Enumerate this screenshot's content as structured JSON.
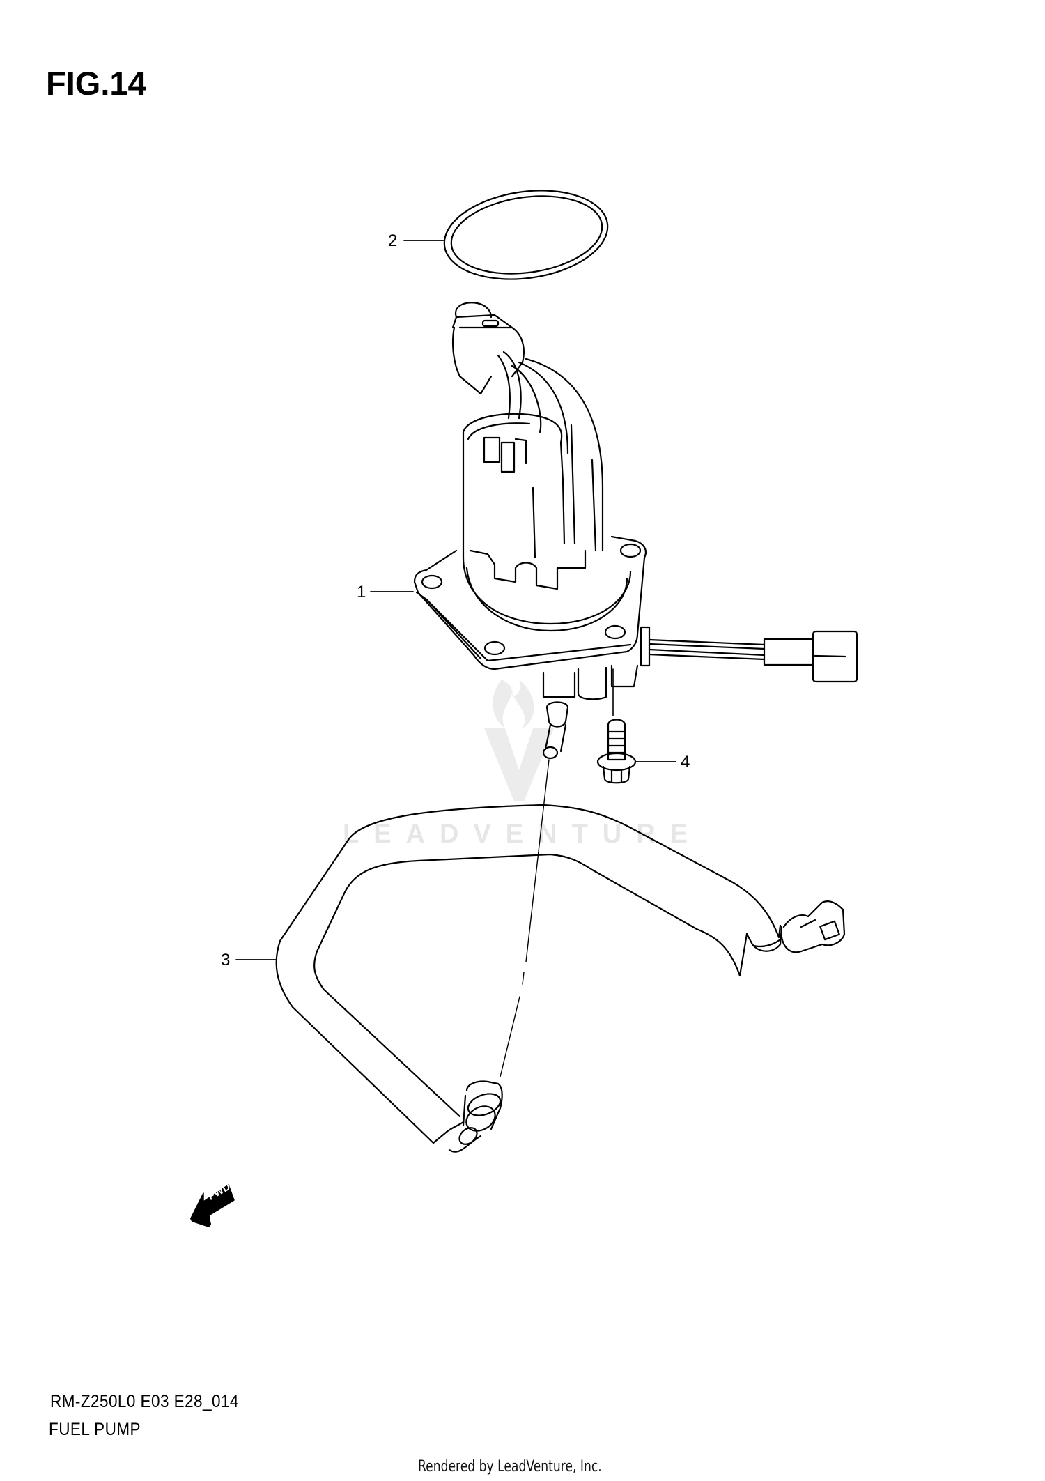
{
  "figure": {
    "title": "FIG.14",
    "model_code": "RM-Z250L0 E03 E28_014",
    "section_name": "FUEL PUMP",
    "credit": "Rendered by LeadVenture, Inc.",
    "watermark": "LEADVENTURE",
    "direction_indicator": "FWD"
  },
  "callouts": [
    {
      "number": "1",
      "part": "fuel-pump-assembly"
    },
    {
      "number": "2",
      "part": "o-ring"
    },
    {
      "number": "3",
      "part": "fuel-hose"
    },
    {
      "number": "4",
      "part": "flange-bolt"
    }
  ],
  "colors": {
    "line": "#000000",
    "watermark": "#e6e6e6",
    "background": "#ffffff"
  }
}
